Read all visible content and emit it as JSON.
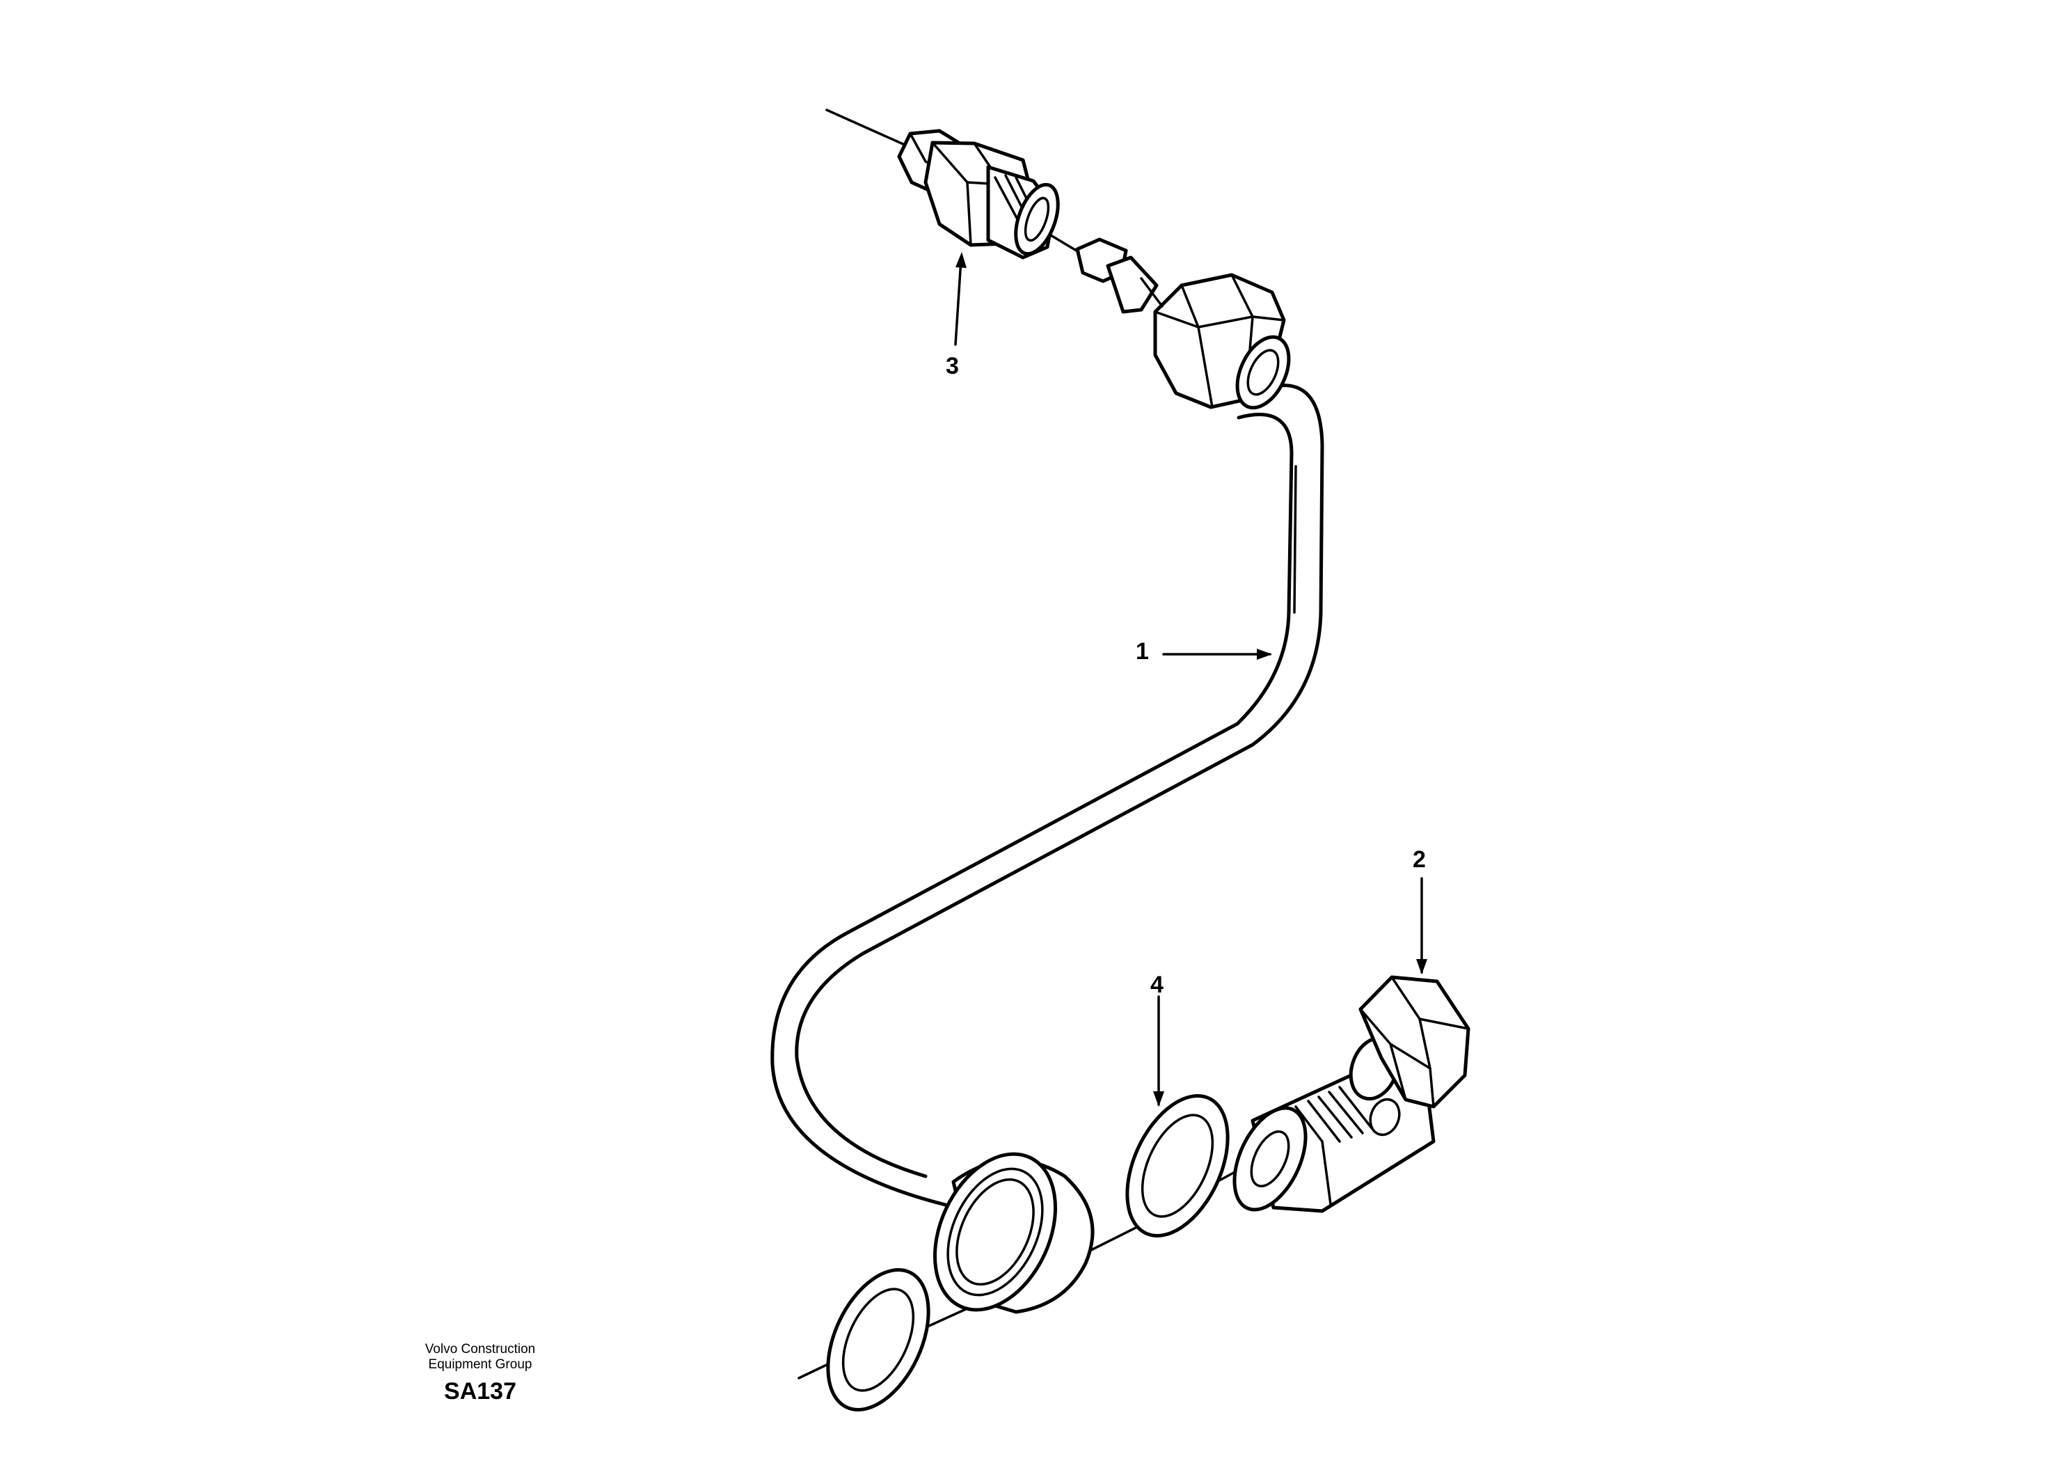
{
  "callouts": [
    {
      "id": "1",
      "label": "1"
    },
    {
      "id": "2",
      "label": "2"
    },
    {
      "id": "3",
      "label": "3"
    },
    {
      "id": "4",
      "label": "4"
    }
  ],
  "footer": {
    "org_line1": "Volvo Construction",
    "org_line2": "Equipment Group",
    "figure_code": "SA137"
  },
  "colors": {
    "ink": "#000000",
    "paper": "#ffffff"
  }
}
